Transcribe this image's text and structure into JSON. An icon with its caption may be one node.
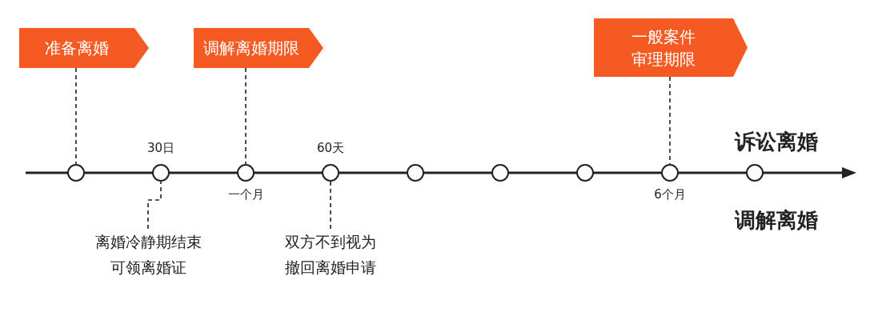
{
  "diagram": {
    "nodes": [
      {
        "text": [
          "准备离婚"
        ]
      },
      {
        "text": [
          "调解离婚期限"
        ]
      },
      {
        "text": [
          "一般案件审理期限"
        ]
      },
      {
        "text": [],
        "shape": "circle"
      },
      {
        "text": [],
        "shape": "circle",
        "beside": [
          "30日"
        ]
      },
      {
        "text": [],
        "shape": "circle",
        "beside": [
          "一个月"
        ]
      },
      {
        "text": [],
        "shape": "circle",
        "beside": [
          "60天"
        ]
      },
      {
        "text": [],
        "shape": "circle"
      },
      {
        "text": [],
        "shape": "circle"
      },
      {
        "text": [],
        "shape": "circle"
      },
      {
        "text": [],
        "shape": "circle",
        "beside": [
          "6个月"
        ]
      },
      {
        "text": [],
        "shape": "circle"
      },
      {
        "text": [
          "离婚冷静期结束可领离婚证"
        ]
      },
      {
        "text": [
          "双方不到视为撤回离婚申请"
        ]
      }
    ],
    "edges": [
      {
        "from": 0,
        "to": 3,
        "arrow": "none",
        "style": "dashed"
      },
      {
        "from": 1,
        "to": 5,
        "arrow": "none",
        "style": "dashed"
      },
      {
        "from": 2,
        "to": 10,
        "arrow": "none",
        "style": "dashed"
      },
      {
        "from": 12,
        "to": 4,
        "arrow": "none",
        "style": "dashed"
      },
      {
        "from": 13,
        "to": 6,
        "arrow": "none",
        "style": "dashed"
      }
    ],
    "labels": [
      "诉讼离婚",
      "调解离婚"
    ]
  }
}
